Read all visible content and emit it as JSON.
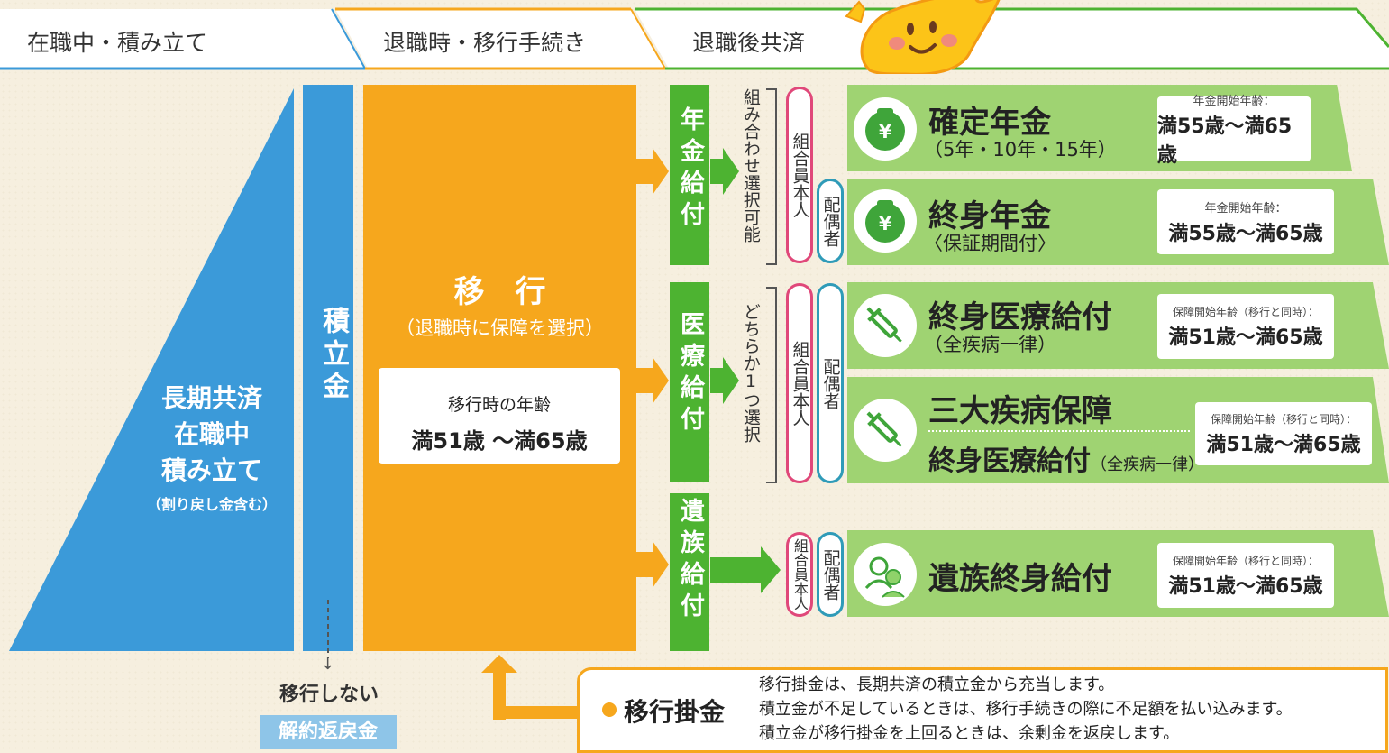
{
  "header": {
    "stage1": "在職中・積み立て",
    "stage2": "退職時・移行手続き",
    "stage3": "退職後共済"
  },
  "left": {
    "title_lines": [
      "長期共済",
      "在職中",
      "積み立て"
    ],
    "note": "（割り戻し金含む）",
    "reserve": "積立金"
  },
  "migration": {
    "title": "移　行",
    "subtitle": "（退職時に保障を選択）",
    "age_label": "移行時の年齢",
    "age_value": "満51歳 〜満65歳"
  },
  "categories": {
    "pension": "年金給付",
    "medical": "医療給付",
    "bereaved": "遺族給付"
  },
  "select_notes": {
    "pension": "組み合わせ選択可能",
    "medical": "どちらか1つ選択"
  },
  "roles": {
    "member": "組合員本人",
    "spouse": "配偶者"
  },
  "benefits": [
    {
      "name": "確定年金",
      "sub": "（5年・10年・15年）",
      "age_label": "年金開始年齢：",
      "age_value": "満55歳〜満65歳"
    },
    {
      "name": "終身年金",
      "sub": "〈保証期間付〉",
      "age_label": "年金開始年齢：",
      "age_value": "満55歳〜満65歳"
    },
    {
      "name": "終身医療給付",
      "sub": "（全疾病一律）",
      "age_label": "保障開始年齢（移行と同時）：",
      "age_value": "満51歳〜満65歳"
    },
    {
      "name": "三大疾病保障",
      "sub_main": "終身医療給付",
      "sub_small": "（全疾病一律）",
      "age_label": "保障開始年齢（移行と同時）：",
      "age_value": "満51歳〜満65歳"
    },
    {
      "name": "遺族終身給付",
      "age_label": "保障開始年齢（移行と同時）：",
      "age_value": "満51歳〜満65歳"
    }
  ],
  "bottom": {
    "no_migration": "移行しない",
    "refund": "解約返戻金",
    "fee_title": "移行掛金",
    "fee_lines": [
      "移行掛金は、長期共済の積立金から充当します。",
      "積立金が不足しているときは、移行手続きの際に不足額を払い込みます。",
      "積立金が移行掛金を上回るときは、余剰金を返戻します。"
    ]
  },
  "colors": {
    "blue": "#3b9ad9",
    "orange": "#f6a71d",
    "green": "#4db331",
    "light_green": "#9fd372",
    "pink": "#e0487a",
    "teal": "#2f9bb8"
  }
}
